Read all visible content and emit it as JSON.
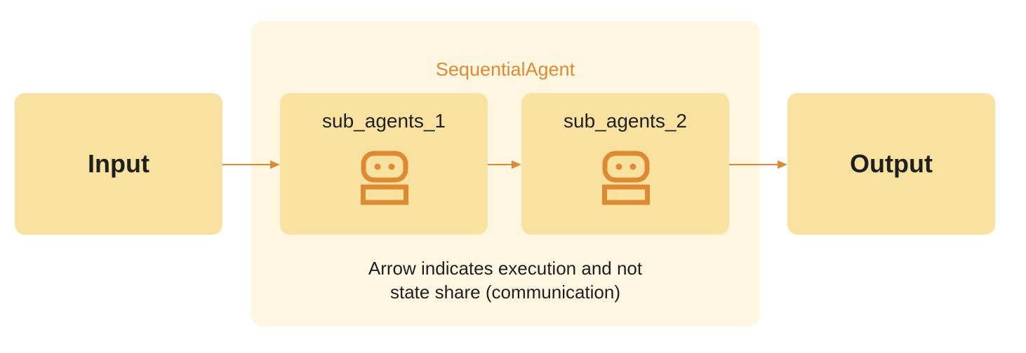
{
  "nodes": {
    "input": {
      "label": "Input"
    },
    "output": {
      "label": "Output"
    }
  },
  "sequential_agent": {
    "title": "SequentialAgent",
    "sub_agents": [
      {
        "label": "sub_agents_1",
        "icon": "robot-icon"
      },
      {
        "label": "sub_agents_2",
        "icon": "robot-icon"
      }
    ],
    "note_line_1": "Arrow indicates execution and not",
    "note_line_2": "state share (communication)"
  },
  "colors": {
    "box_fill": "#f9e29f",
    "container_fill": "#fdf6e1",
    "accent": "#de8a33",
    "text": "#1f1f1f"
  }
}
